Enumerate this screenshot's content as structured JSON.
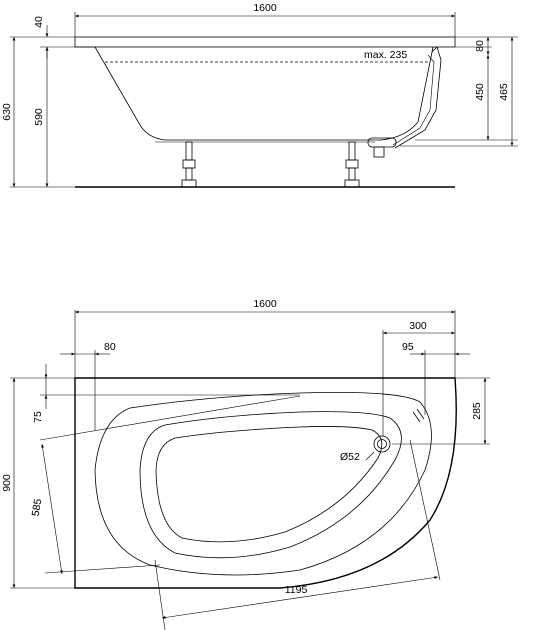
{
  "side_view": {
    "dim_length": "1600",
    "dim_rim_top": "40",
    "dim_rim_height": "80",
    "dim_max_water": "max. 235",
    "dim_overflow_a": "450",
    "dim_overflow_b": "465",
    "dim_total_height": "630",
    "dim_body_height": "590"
  },
  "top_view": {
    "dim_length": "1600",
    "dim_right_offset": "300",
    "dim_left_rim": "80",
    "dim_right_rim": "95",
    "dim_top_rim": "75",
    "dim_drain_offset": "285",
    "dim_width": "900",
    "dim_inner_width": "585",
    "dim_drain_diameter": "Ø52",
    "dim_inner_length": "1195"
  }
}
